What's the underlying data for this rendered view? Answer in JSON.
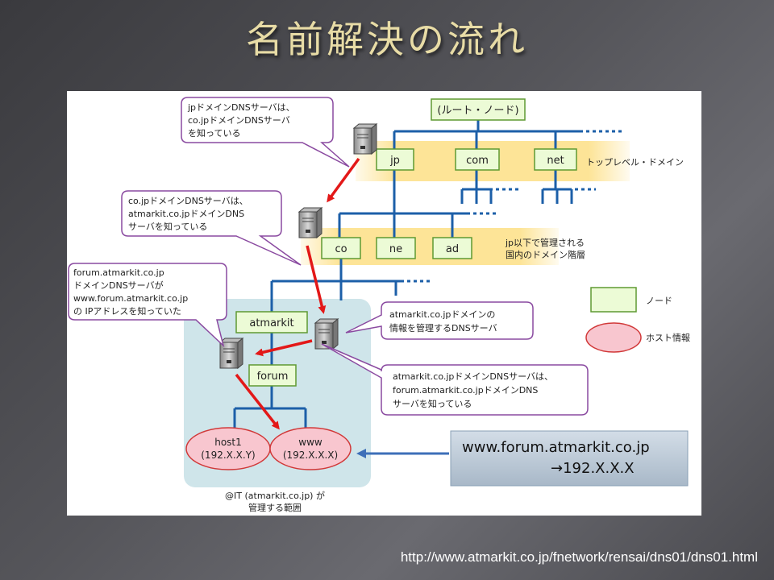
{
  "title": "名前解決の流れ",
  "source_url": "http://www.atmarkit.co.jp/fnetwork/rensai/dns01/dns01.html",
  "diagram": {
    "root_node": "(ルート・ノード)",
    "tld_nodes": [
      "jp",
      "com",
      "net"
    ],
    "tld_label": "トップレベル・ドメイン",
    "jp_nodes": [
      "co",
      "ne",
      "ad"
    ],
    "jp_label_line1": "jp以下で管理される",
    "jp_label_line2": "国内のドメイン階層",
    "atmarkit_node": "atmarkit",
    "forum_node": "forum",
    "host1_name": "host1",
    "host1_ip": "(192.X.X.Y)",
    "www_name": "www",
    "www_ip": "(192.X.X.X)",
    "callout_jp": [
      "jpドメインDNSサーバは、",
      "co.jpドメインDNSサーバ",
      "を知っている"
    ],
    "callout_cojp": [
      "co.jpドメインDNSサーバは、",
      "atmarkit.co.jpドメインDNS",
      "サーバを知っている"
    ],
    "callout_forum": [
      "forum.atmarkit.co.jp",
      "ドメインDNSサーバが",
      "www.forum.atmarkit.co.jp",
      "の IPアドレスを知っていた"
    ],
    "callout_atmarkit_dns": [
      "atmarkit.co.jpドメインの",
      "情報を管理するDNSサーバ"
    ],
    "callout_atmarkit_knows": [
      "atmarkit.co.jpドメインDNSサーバは、",
      "forum.atmarkit.co.jpドメインDNS",
      "サーバを知っている"
    ],
    "legend_node": "ノード",
    "legend_host": "ホスト情報",
    "query_line1": "www.forum.atmarkit.co.jp",
    "query_line2": "→192.X.X.X",
    "scope_line1": "@IT (atmarkit.co.jp) が",
    "scope_line2": "管理する範囲",
    "colors": {
      "node_fill": "#ecfbd6",
      "node_stroke": "#5f9a32",
      "tree_line": "#1c5fa8",
      "band": "#fde497",
      "scope_area": "#cfe5ea",
      "host_fill": "#f8c6cf",
      "host_stroke": "#d13838",
      "callout_stroke": "#8a4aa0",
      "arrow": "#e31818",
      "query_box": "#b4c3d2"
    }
  }
}
